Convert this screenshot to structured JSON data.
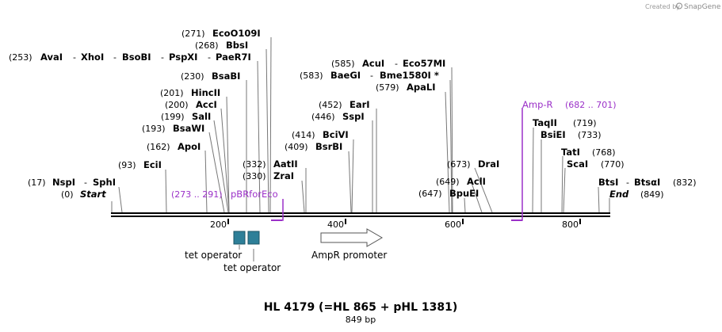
{
  "branding": {
    "created_by": "Created by",
    "brand": "SnapGene"
  },
  "title": "HL 4179 (=HL 865 + pHL 1381)",
  "length": "849 bp",
  "axis_ticks": [
    "200",
    "400",
    "600",
    "800"
  ],
  "sites": [
    {
      "pos": "(17)",
      "names": [
        [
          "NspI",
          false
        ],
        [
          "SphI",
          false
        ]
      ]
    },
    {
      "pos": "(0)",
      "names": [
        [
          "Start",
          true
        ]
      ]
    },
    {
      "pos": "(93)",
      "names": [
        [
          "EciI",
          false
        ]
      ]
    },
    {
      "pos": "(162)",
      "names": [
        [
          "ApoI",
          false
        ]
      ]
    },
    {
      "pos": "(193)",
      "names": [
        [
          "BsaWI",
          false
        ]
      ]
    },
    {
      "pos": "(199)",
      "names": [
        [
          "SalI",
          false
        ]
      ]
    },
    {
      "pos": "(200)",
      "names": [
        [
          "AccI",
          false
        ]
      ]
    },
    {
      "pos": "(201)",
      "names": [
        [
          "HincII",
          false
        ]
      ]
    },
    {
      "pos": "(230)",
      "names": [
        [
          "BsaBI",
          false
        ]
      ]
    },
    {
      "pos": "(253)",
      "names": [
        [
          "AvaI",
          false
        ],
        [
          "XhoI",
          false
        ],
        [
          "BsoBI",
          false
        ],
        [
          "PspXI",
          false
        ],
        [
          "PaeR7I",
          false
        ]
      ]
    },
    {
      "pos": "(268)",
      "names": [
        [
          "BbsI",
          false
        ]
      ]
    },
    {
      "pos": "(271)",
      "names": [
        [
          "EcoO109I",
          false
        ]
      ]
    },
    {
      "pos": "(332)",
      "names": [
        [
          "AatII",
          false
        ]
      ]
    },
    {
      "pos": "(330)",
      "names": [
        [
          "ZraI",
          false
        ]
      ]
    },
    {
      "pos": "(414)",
      "names": [
        [
          "BciVI",
          false
        ]
      ]
    },
    {
      "pos": "(409)",
      "names": [
        [
          "BsrBI",
          false
        ]
      ]
    },
    {
      "pos": "(452)",
      "names": [
        [
          "EarI",
          false
        ]
      ]
    },
    {
      "pos": "(446)",
      "names": [
        [
          "SspI",
          false
        ]
      ]
    },
    {
      "pos": "(585)",
      "names": [
        [
          "AcuI",
          false
        ],
        [
          "Eco57MI",
          false
        ]
      ]
    },
    {
      "pos": "(583)",
      "names": [
        [
          "BaeGI",
          false
        ],
        [
          "Bme1580I *",
          false
        ]
      ]
    },
    {
      "pos": "(579)",
      "names": [
        [
          "ApaLI",
          false
        ]
      ]
    },
    {
      "pos": "(673)",
      "names": [
        [
          "DraI",
          false
        ]
      ]
    },
    {
      "pos": "(649)",
      "names": [
        [
          "AclI",
          false
        ]
      ]
    },
    {
      "pos": "(647)",
      "names": [
        [
          "BpuEI",
          false
        ]
      ]
    },
    {
      "pos": "(719)",
      "names": [
        [
          "TaqII",
          false
        ]
      ]
    },
    {
      "pos": "(733)",
      "names": [
        [
          "BsiEI",
          false
        ]
      ]
    },
    {
      "pos": "(768)",
      "names": [
        [
          "TatI",
          false
        ]
      ]
    },
    {
      "pos": "(770)",
      "names": [
        [
          "ScaI",
          false
        ]
      ]
    },
    {
      "pos": "(832)",
      "names": [
        [
          "BtsI",
          false
        ],
        [
          "BtsαI",
          false
        ]
      ]
    },
    {
      "pos": "(849)",
      "names": [
        [
          "End",
          true
        ]
      ]
    }
  ],
  "features": [
    {
      "name": "pBRforEco",
      "range": "(273 .. 291)"
    },
    {
      "name": "Amp-R",
      "range": "(682 .. 701)"
    }
  ],
  "annotations": [
    "tet operator",
    "tet operator",
    "AmpR promoter"
  ],
  "colors": {
    "feature": "#9b30c8",
    "operator_box": "#2e7f98"
  }
}
